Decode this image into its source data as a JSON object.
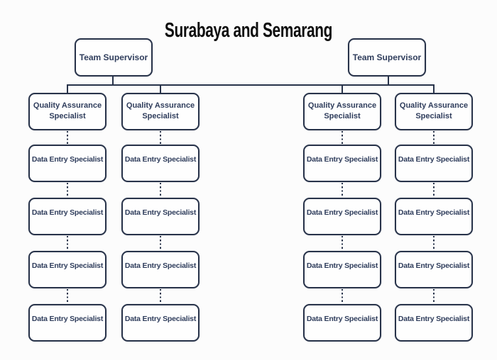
{
  "title": "Surabaya and Semarang",
  "colors": {
    "line": "#28334a",
    "box_border": "#28334a",
    "box_fill": "#fefefe",
    "box_text": "#2f3d5c",
    "title_text": "#0e0e0e",
    "background": "#fcfcfc"
  },
  "trees": [
    {
      "supervisor": "Team Supervisor",
      "columns": [
        {
          "qa": "Quality Assurance Specialist",
          "members": [
            "Data Entry Specialist",
            "Data Entry Specialist",
            "Data Entry Specialist",
            "Data Entry Specialist"
          ]
        },
        {
          "qa": "Quality Assurance Specialist",
          "members": [
            "Data Entry Specialist",
            "Data Entry Specialist",
            "Data Entry Specialist",
            "Data Entry Specialist"
          ]
        }
      ]
    },
    {
      "supervisor": "Team Supervisor",
      "columns": [
        {
          "qa": "Quality Assurance Specialist",
          "members": [
            "Data Entry Specialist",
            "Data Entry Specialist",
            "Data Entry Specialist",
            "Data Entry Specialist"
          ]
        },
        {
          "qa": "Quality Assurance Specialist",
          "members": [
            "Data Entry Specialist",
            "Data Entry Specialist",
            "Data Entry Specialist",
            "Data Entry Specialist"
          ]
        }
      ]
    }
  ]
}
